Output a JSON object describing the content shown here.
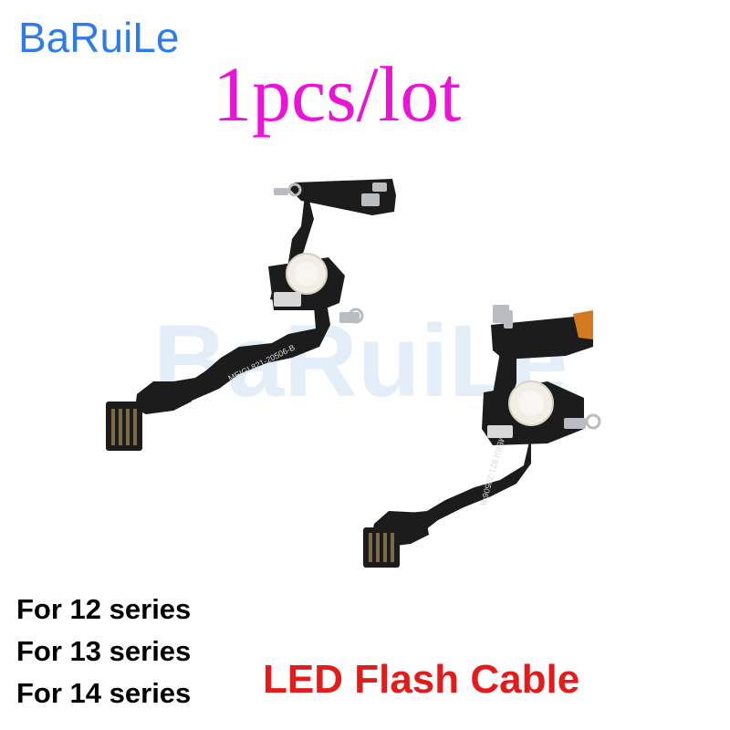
{
  "brand": "BaRuiLe",
  "lot": "1pcs/lot",
  "watermark": "BaRuiLe",
  "cable_label": "MEIGI 821-20506-B",
  "series": [
    "For 12 series",
    "For 13 series",
    "For 14 series"
  ],
  "product": "LED Flash Cable",
  "colors": {
    "brand": "#2f7ce8",
    "lot": "#ec13d6",
    "product": "#e31b1b",
    "cable": "#1c1c1c",
    "watermark": "#dbe9f8"
  }
}
